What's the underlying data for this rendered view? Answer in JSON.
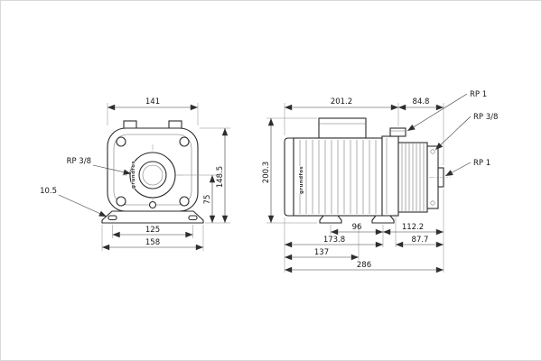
{
  "drawing": {
    "kind": "pump-dimensional-drawing",
    "colors": {
      "ink": "#2b2b2b",
      "background": "#ffffff"
    },
    "views": {
      "front": {
        "brand": "grundfos",
        "dims": {
          "body_width": "141",
          "port_thread": "RP 3/8",
          "foot_hole": "10.5",
          "foot_hole_spacing": "125",
          "base_width": "158",
          "port_center_height": "75",
          "body_height": "148.5"
        }
      },
      "side": {
        "brand": "grundfos",
        "dims": {
          "motor_length": "201.2",
          "pump_length": "84.8",
          "overall_height": "200.3",
          "discharge_port": "RP 1",
          "plug_port": "RP 3/8",
          "suction_port": "RP 1",
          "foot_spacing": "96",
          "rear_foot_to_end": "112.2",
          "front_to_rear_foot": "173.8",
          "plug_to_end": "87.7",
          "front_section": "137",
          "overall_length": "286"
        }
      }
    }
  }
}
